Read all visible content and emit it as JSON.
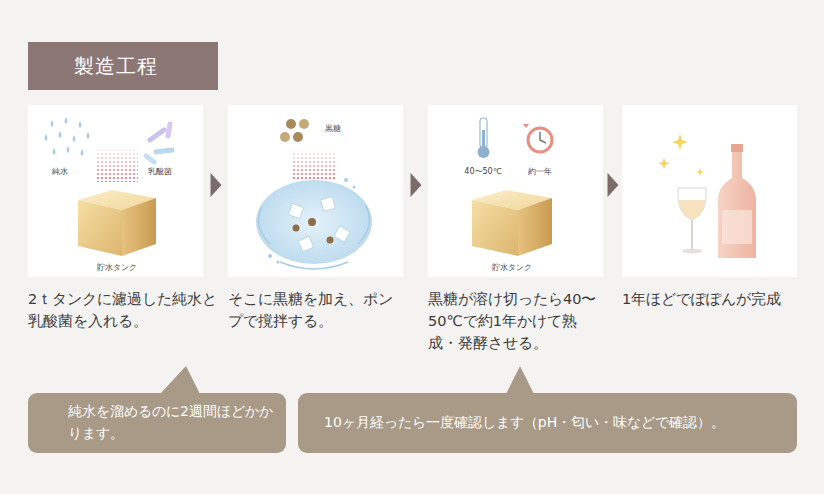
{
  "diagram": {
    "title": "製造工程",
    "nodes": [
      {
        "text": [
          "2ｔタンクに濾過した純水と乳酸菌を入れる。"
        ]
      },
      {
        "text": [
          "そこに黒糖を加え、ポンプで撹拌する。"
        ]
      },
      {
        "text": [
          "黒糖が溶け切ったら40〜50℃で約1年かけて熟成・発酵させる。"
        ]
      },
      {
        "text": [
          "1年ほどでぽぽんが完成"
        ]
      },
      {
        "text": [
          "純水を溜めるのに2週間ほどかかります。"
        ]
      },
      {
        "text": [
          "10ヶ月経ったら一度確認します（pH・匂い・味などで確認）。"
        ]
      }
    ],
    "edges": [
      {
        "from": 0,
        "to": 1,
        "arrow": "to"
      },
      {
        "from": 1,
        "to": 2,
        "arrow": "to"
      },
      {
        "from": 2,
        "to": 3,
        "arrow": "to"
      }
    ],
    "labels": [
      "純水",
      "乳酸菌",
      "貯水タンク",
      "黒糖",
      "40〜50℃",
      "約一年",
      "貯水タンク"
    ]
  }
}
